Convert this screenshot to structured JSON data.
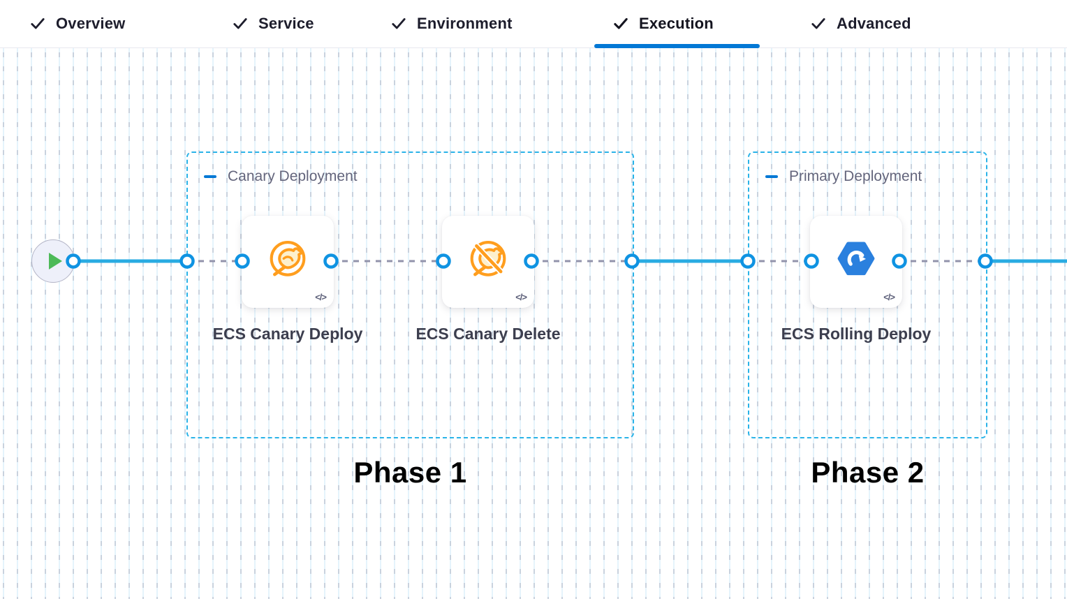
{
  "tabs": {
    "items": [
      {
        "label": "Overview",
        "completed": true
      },
      {
        "label": "Service",
        "completed": true
      },
      {
        "label": "Environment",
        "completed": true
      },
      {
        "label": "Execution",
        "completed": true
      },
      {
        "label": "Advanced",
        "completed": true
      }
    ],
    "active": "Execution"
  },
  "flow": {
    "groups": [
      {
        "title": "Canary Deployment",
        "phase": "Phase 1",
        "steps": [
          {
            "title": "ECS Canary Deploy",
            "icon": "canary-deploy-icon"
          },
          {
            "title": "ECS Canary Delete",
            "icon": "canary-delete-icon"
          }
        ]
      },
      {
        "title": "Primary Deployment",
        "phase": "Phase 2",
        "steps": [
          {
            "title": "ECS Rolling Deploy",
            "icon": "ecs-rolling-icon"
          }
        ]
      }
    ],
    "code_glyph": "</>"
  },
  "colors": {
    "active_tab_underline": "#0278d5",
    "connector_line": "#29abe2",
    "port_ring": "#0f93e2",
    "dashed_connector": "#9293ab",
    "group_border": "#2ab3e8",
    "canary_orange": "#ff9e1e",
    "ecs_blue": "#2a80de",
    "play_green": "#4dba58",
    "grid_tick": "#c9d2de",
    "grid_line": "#e5f4fc"
  }
}
